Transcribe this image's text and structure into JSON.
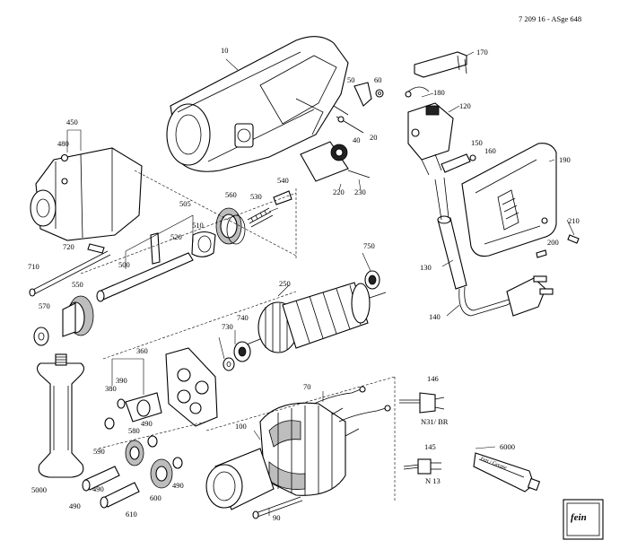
{
  "document_ref": "7 209 16 - ASge 648",
  "brand_logo_text": "fein",
  "tube_label": "Fett / Grease",
  "part_numbers": {
    "p10": "10",
    "p20": "20",
    "p40": "40",
    "p50": "50",
    "p60": "60",
    "p70": "70",
    "p90": "90",
    "p100": "100",
    "p120": "120",
    "p130": "130",
    "p140": "140",
    "p145": "145",
    "p146": "146",
    "p150": "150",
    "p160": "160",
    "p170": "170",
    "p180": "180",
    "p190": "190",
    "p200": "200",
    "p210": "210",
    "p220": "220",
    "p230": "230",
    "p250": "250",
    "p360": "360",
    "p380": "380",
    "p390": "390",
    "p450": "450",
    "p480": "480",
    "p490a": "490",
    "p490b": "490",
    "p490c": "490",
    "p490d": "490",
    "p500": "500",
    "p505": "505",
    "p510": "510",
    "p520": "520",
    "p530": "530",
    "p540": "540",
    "p550": "550",
    "p560": "560",
    "p570": "570",
    "p580": "580",
    "p590": "590",
    "p600": "600",
    "p610": "610",
    "p710": "710",
    "p720": "720",
    "p730": "730",
    "p740": "740",
    "p750": "750",
    "p5000": "5000",
    "p6000": "6000"
  },
  "plug_variants": {
    "n31": "N31/ BR",
    "n13": "N 13"
  }
}
